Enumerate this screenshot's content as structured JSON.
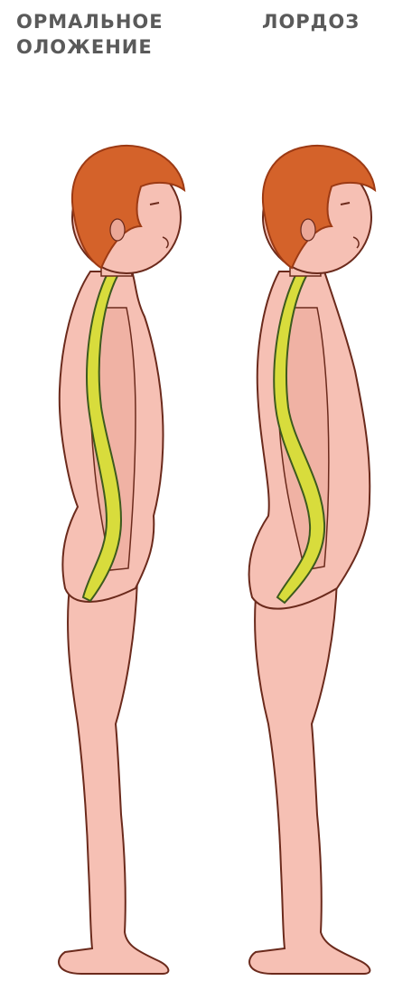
{
  "labels": {
    "left_line1": "ОРМАЛЬНОЕ",
    "left_line2": "ОЛОЖЕНИЕ",
    "right": "ЛОРДОЗ"
  },
  "colors": {
    "skin": "#f6c0b4",
    "skin_shadow": "#e9a090",
    "hair": "#d4622a",
    "hair_dark": "#9c3a14",
    "spine": "#d8dc3c",
    "outline": "#6b2a1c",
    "text": "#5a5a5a"
  },
  "figures": [
    {
      "name": "normal-posture",
      "spine_curve": "normal"
    },
    {
      "name": "lordosis-posture",
      "spine_curve": "lordosis"
    }
  ]
}
